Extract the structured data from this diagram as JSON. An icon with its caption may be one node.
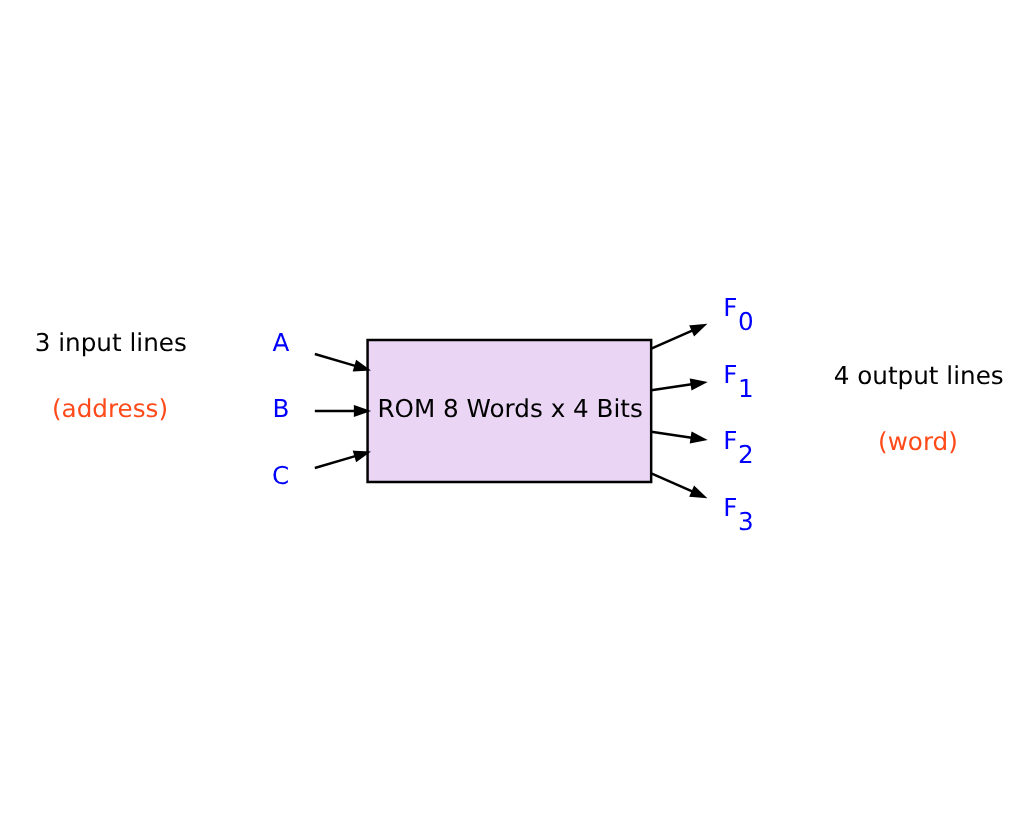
{
  "diagram": {
    "nodes": [
      {
        "text": [
          "A"
        ]
      },
      {
        "text": [
          "B"
        ]
      },
      {
        "text": [
          "C"
        ]
      },
      {
        "text": [
          "ROM 8 Words x 4 Bits"
        ]
      },
      {
        "text": [
          "F$_{0}$"
        ]
      },
      {
        "text": [
          "F$_{1}$"
        ]
      },
      {
        "text": [
          "F$_{2}$"
        ]
      },
      {
        "text": [
          "F$_{3}$"
        ]
      }
    ],
    "edges": [
      {
        "from": 0,
        "to": 3,
        "arrow": "to"
      },
      {
        "from": 1,
        "to": 3,
        "arrow": "to"
      },
      {
        "from": 2,
        "to": 3,
        "arrow": "to"
      },
      {
        "from": 3,
        "to": 4,
        "arrow": "to"
      },
      {
        "from": 3,
        "to": 5,
        "arrow": "to"
      },
      {
        "from": 3,
        "to": 6,
        "arrow": "to"
      },
      {
        "from": 3,
        "to": 7,
        "arrow": "to"
      }
    ],
    "labels": [
      "3 input lines",
      "(address)",
      "4 output lines",
      "(word)"
    ]
  }
}
